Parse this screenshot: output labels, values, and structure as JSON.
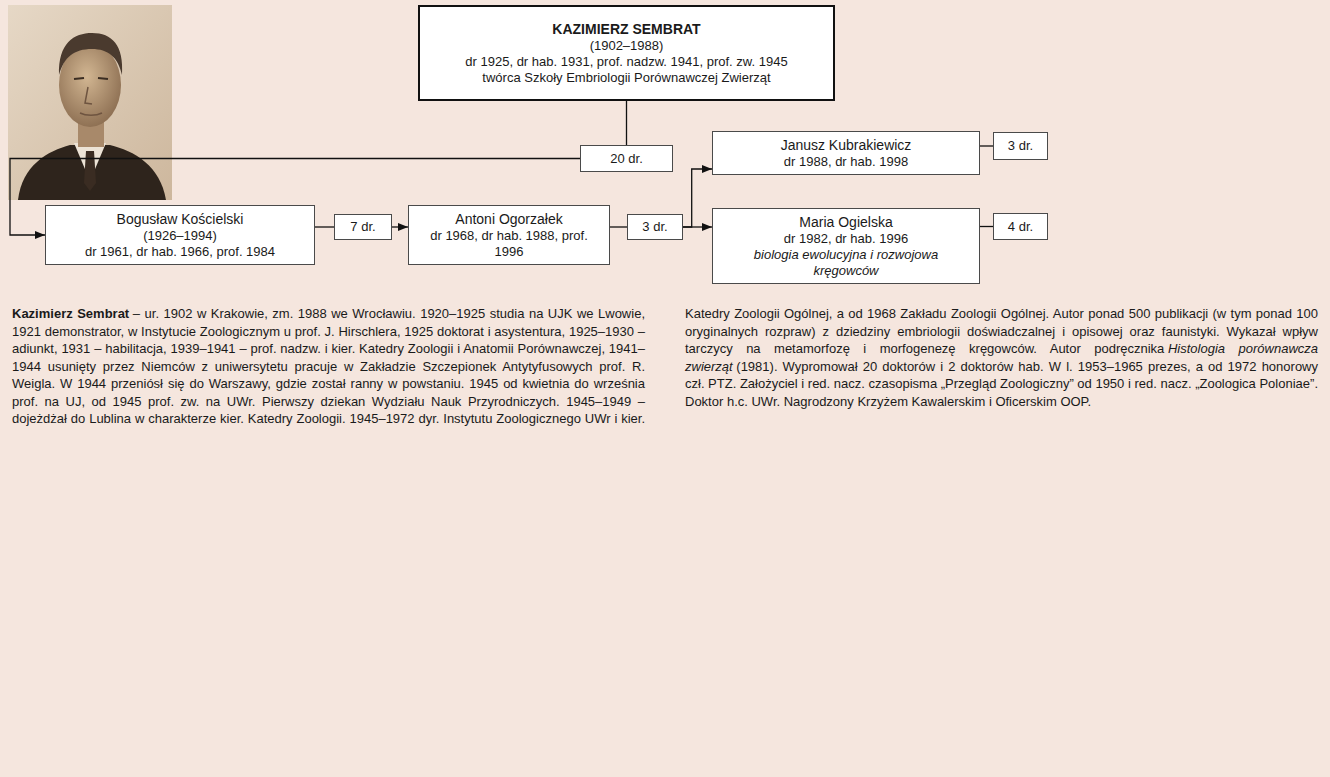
{
  "diagram": {
    "nodes": [
      {
        "text": [
          "KAZIMIERZ SEMBRAT",
          "(1902–1988)",
          "dr 1925, dr hab. 1931, prof. nadzw. 1941, prof. zw. 1945",
          "twórca Szkoły Embriologii Porównawczej Zwierząt"
        ]
      },
      {
        "text": [
          "20 dr."
        ]
      },
      {
        "text": [
          "Bogusław Kościelski",
          "(1926–1994)",
          "dr 1961, dr hab. 1966, prof. 1984"
        ]
      },
      {
        "text": [
          "7 dr."
        ]
      },
      {
        "text": [
          "Antoni Ogorzałek",
          "dr 1968, dr hab. 1988, prof. 1996"
        ]
      },
      {
        "text": [
          "3 dr."
        ]
      },
      {
        "text": [
          "Janusz Kubrakiewicz",
          "dr 1988, dr hab. 1998"
        ]
      },
      {
        "text": [
          "3 dr."
        ]
      },
      {
        "text": [
          "Maria Ogielska",
          "dr 1982, dr hab. 1996",
          "biologia ewolucyjna i rozwojowa kręgowców"
        ]
      },
      {
        "text": [
          "4 dr."
        ]
      }
    ],
    "edges": [
      {
        "from": 0,
        "to": 1,
        "arrow": "none"
      },
      {
        "from": 1,
        "to": 2,
        "arrow": "to"
      },
      {
        "from": 2,
        "to": 3,
        "arrow": "none"
      },
      {
        "from": 3,
        "to": 4,
        "arrow": "to"
      },
      {
        "from": 4,
        "to": 5,
        "arrow": "none"
      },
      {
        "from": 5,
        "to": 6,
        "arrow": "to"
      },
      {
        "from": 5,
        "to": 8,
        "arrow": "to"
      },
      {
        "from": 6,
        "to": 7,
        "arrow": "none"
      },
      {
        "from": 8,
        "to": 9,
        "arrow": "none"
      }
    ],
    "labels": [
      "Kazimierz Sembrat",
      "– ur. 1902 w Krakowie, zm. 1988 we Wrocławiu. 1920–1925 studia na UJK we Lwowie, 1921 demonstrator, w Instytucie Zoologicznym u prof. J. Hirschlera, 1925 doktorat i asystentura, 1925–1930 – adiunkt, 1931 – habilitacja, 1939–1941 – prof. nadzw. i kier. Katedry Zoologii i Anatomii Porównawczej, 1941–1944 usunięty przez Niemców z uniwersytetu pracuje w Zakładzie Szczepionek Antytyfusowych prof. R. Weigla. W 1944 przeniósł się do Warszawy, gdzie został ranny w powstaniu. 1945 od kwietnia do września prof. na UJ, od 1945 prof. zw. na UWr. Pierwszy dziekan Wydziału Nauk Przyrodniczych. 1945–1949 – dojeżdżał do Lublina w charakterze kier. Katedry Zoologii. 1945–1972 dyr. Instytutu Zoologicznego UWr i kier. Katedry Zoologii Ogólnej, a od 1968 Zakładu Zoologii Ogólnej. Autor ponad 500 publikacji (w tym ponad 100 oryginalnych rozpraw) z dziedziny embriologii doświadczalnej i opisowej oraz faunistyki. Wykazał wpływ tarczycy na metamorfozę i morfogenezę kręgowców. Autor podręcznika",
      "Histologia porównawcza zwierząt",
      "(1981). Wypromował 20 doktorów i 2 doktorów hab. W l. 1953–1965 prezes, a od 1972 honorowy czł. PTZ. Założyciel i red. nacz. czasopisma „Przegląd Zoologiczny” od 1950 i red. nacz. „Zoologica Poloniae”. Doktor h.c. UWr. Nagrodzony Krzyżem Kawalerskim i Oficerskim OOP."
    ]
  }
}
